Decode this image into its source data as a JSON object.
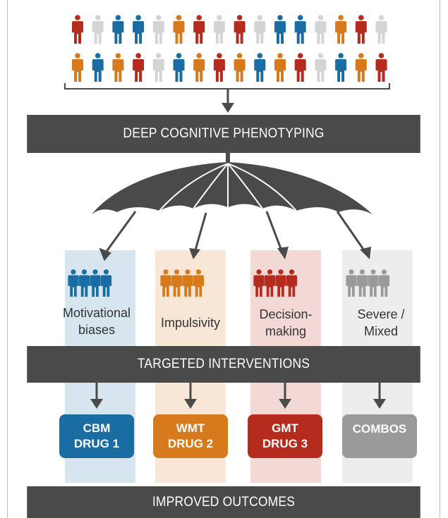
{
  "colors": {
    "blue": "#1a6da3",
    "orange": "#d77a1c",
    "red": "#b52b1d",
    "gray": "#9a9a9a",
    "light": "#d4d4d4",
    "band": "#4a4a4a",
    "umbrella": "#4a4a4a"
  },
  "population": {
    "row1": [
      "red",
      "light",
      "blue",
      "blue",
      "light",
      "orange",
      "red",
      "light",
      "red",
      "light",
      "blue",
      "blue",
      "light",
      "orange",
      "red",
      "light"
    ],
    "row2": [
      "orange",
      "blue",
      "orange",
      "red",
      "light",
      "blue",
      "orange",
      "red",
      "orange",
      "blue",
      "orange",
      "red",
      "light",
      "blue",
      "orange",
      "red"
    ]
  },
  "bands": {
    "phenotyping": "DEEP COGNITIVE PHENOTYPING",
    "interventions": "TARGETED INTERVENTIONS",
    "outcomes": "IMPROVED OUTCOMES"
  },
  "groups": [
    {
      "line1": "Motivational",
      "line2": "biases",
      "color": "blue"
    },
    {
      "line1": "Impulsivity",
      "line2": "",
      "color": "orange"
    },
    {
      "line1": "Decision-",
      "line2": "making",
      "color": "red"
    },
    {
      "line1": "Severe /",
      "line2": "Mixed",
      "color": "gray"
    }
  ],
  "drugs": [
    {
      "line1": "CBM",
      "line2": "DRUG 1",
      "color": "blue"
    },
    {
      "line1": "WMT",
      "line2": "DRUG 2",
      "color": "orange"
    },
    {
      "line1": "GMT",
      "line2": "DRUG 3",
      "color": "red"
    },
    {
      "line1": "COMBOS",
      "line2": "",
      "color": "gray"
    }
  ]
}
